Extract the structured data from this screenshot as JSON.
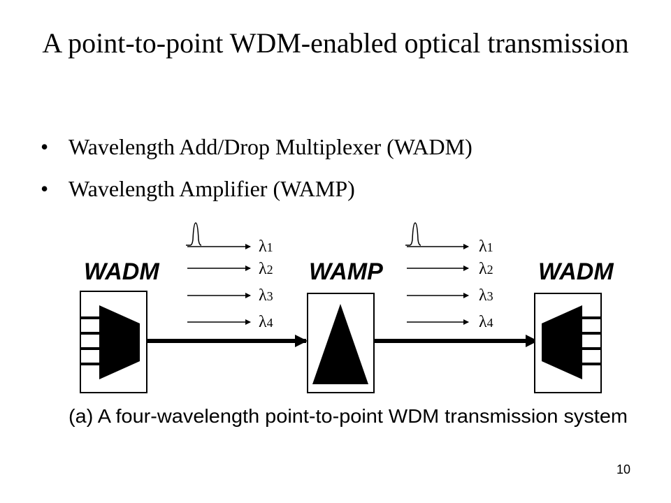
{
  "slide": {
    "title": "A point-to-point WDM-enabled optical transmission",
    "bullets": [
      "Wavelength Add/Drop Multiplexer (WADM)",
      "Wavelength Amplifier (WAMP)"
    ],
    "page_number": "10"
  },
  "diagram": {
    "nodes": {
      "left": "WADM",
      "middle": "WAMP",
      "right": "WADM"
    },
    "wavelength_symbol": "λ",
    "wavelength_indices": [
      "1",
      "2",
      "3",
      "4"
    ],
    "caption": "(a) A four-wavelength point-to-point WDM transmission system"
  }
}
